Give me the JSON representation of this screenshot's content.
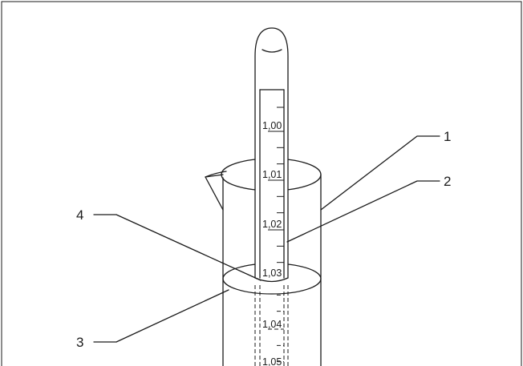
{
  "scale_labels": [
    "1,00",
    "1,01",
    "1,02",
    "1,03",
    "1,04",
    "1,05"
  ],
  "callouts": {
    "c1": "1",
    "c2": "2",
    "c3": "3",
    "c4": "4"
  }
}
